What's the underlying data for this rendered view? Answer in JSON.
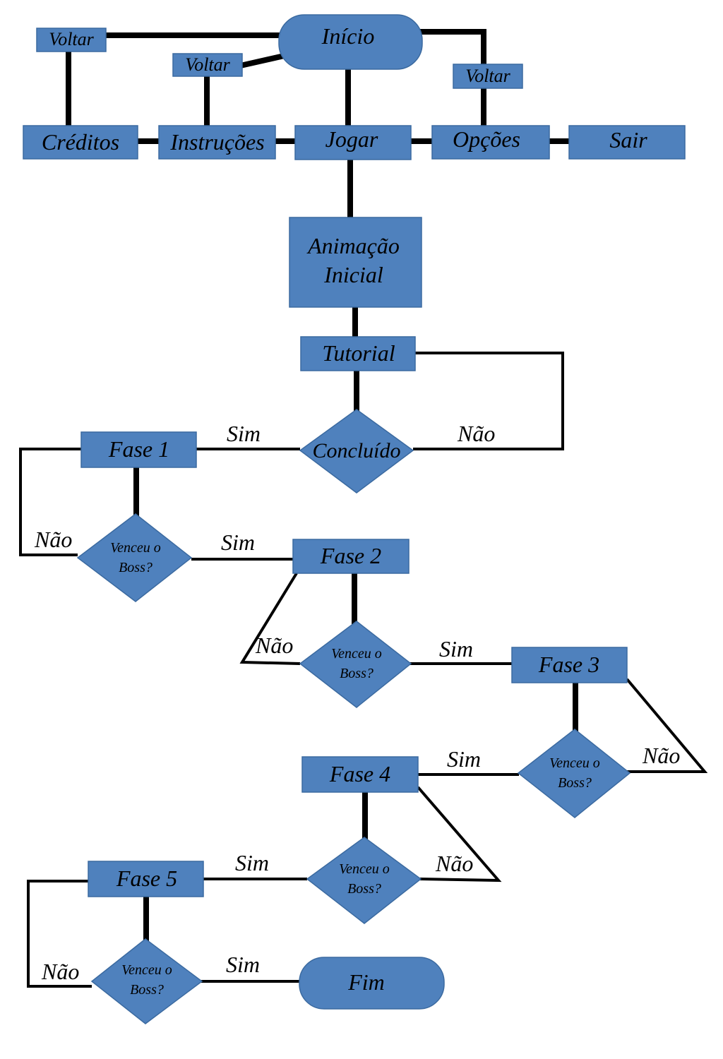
{
  "nodes": {
    "inicio": "Início",
    "voltar_creditos": "Voltar",
    "voltar_instrucoes": "Voltar",
    "voltar_opcoes": "Voltar",
    "creditos": "Créditos",
    "instrucoes": "Instruções",
    "jogar": "Jogar",
    "opcoes": "Opções",
    "sair": "Sair",
    "animacao_line1": "Animação",
    "animacao_line2": "Inicial",
    "tutorial": "Tutorial",
    "concluido": "Concluído",
    "fase1": "Fase 1",
    "fase2": "Fase 2",
    "fase3": "Fase 3",
    "fase4": "Fase 4",
    "fase5": "Fase 5",
    "fim": "Fim",
    "boss_line1": "Venceu o",
    "boss_line2": "Boss?"
  },
  "labels": {
    "sim": "Sim",
    "nao": "Não"
  },
  "colors": {
    "node_fill": "#4F81BD",
    "connector": "#000000"
  }
}
